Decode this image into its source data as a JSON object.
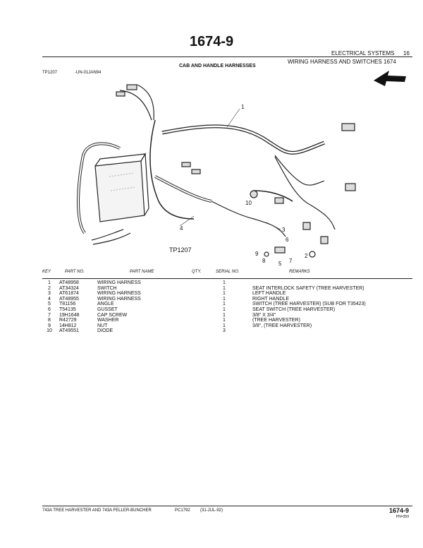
{
  "page_number": "1674-9",
  "header": {
    "section": "ELECTRICAL SYSTEMS",
    "section_no": "16",
    "group": "WIRING HARNESS AND SWITCHES 1674",
    "figure_title": "CAB AND HANDLE HARNESSES",
    "figure_id": "TP1207",
    "figure_date": "-UN-01JAN94"
  },
  "illustration": {
    "tp_label": "TP1207",
    "callouts": [
      "1",
      "2",
      "3",
      "4",
      "5",
      "6",
      "7",
      "8",
      "9",
      "10"
    ]
  },
  "columns": {
    "key": "KEY",
    "part_no": "PART NO.",
    "part_name": "PART NAME",
    "qty": "QTY.",
    "serial_no": "SERIAL NO.",
    "remarks": "REMARKS"
  },
  "parts": [
    {
      "key": "1",
      "part_no": "AT48958",
      "name": "WIRING HARNESS",
      "qty": "1",
      "remarks": ""
    },
    {
      "key": "2",
      "part_no": "AT34324",
      "name": "SWITCH",
      "qty": "1",
      "remarks": "SEAT INTERLOCK SAFETY (TREE HARVESTER)"
    },
    {
      "key": "3",
      "part_no": "AT61874",
      "name": "WIRING HARNESS",
      "qty": "1",
      "remarks": "LEFT HANDLE"
    },
    {
      "key": "4",
      "part_no": "AT48955",
      "name": "WIRING HARNESS",
      "qty": "1",
      "remarks": "RIGHT HANDLE"
    },
    {
      "key": "5",
      "part_no": "T81156",
      "name": "ANGLE",
      "qty": "1",
      "remarks": "SWITCH (TREE HARVESTER) (SUB FOR T35423)"
    },
    {
      "key": "6",
      "part_no": "T54135",
      "name": "GUSSET",
      "qty": "1",
      "remarks": "SEAT SWITCH (TREE HARVESTER)"
    },
    {
      "key": "7",
      "part_no": "19H1648",
      "name": "CAP SCREW",
      "qty": "1",
      "remarks": "3/8\" X 3/4\""
    },
    {
      "key": "8",
      "part_no": "R42729",
      "name": "WASHER",
      "qty": "1",
      "remarks": "(TREE HARVESTER)"
    },
    {
      "key": "9",
      "part_no": "14H812",
      "name": "NUT",
      "qty": "1",
      "remarks": "3/8\", (TREE HARVESTER)"
    },
    {
      "key": "10",
      "part_no": "AT49551",
      "name": "DIODE",
      "qty": "3",
      "remarks": ""
    }
  ],
  "footer": {
    "model": "743A TREE HARVESTER AND 743A FELLER-BUNCHER",
    "pc": "PC1792",
    "date": "(31-JUL-92)",
    "page": "1674-9",
    "pn": "PN=359"
  }
}
